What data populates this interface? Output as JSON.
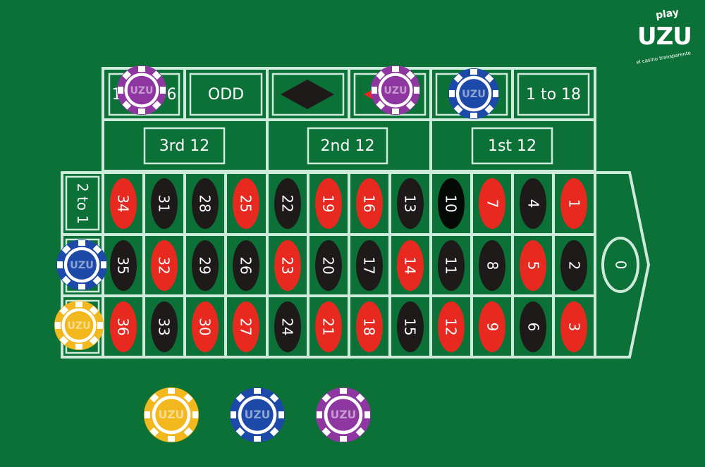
{
  "brand": {
    "play": "play",
    "name": "UZU",
    "tagline": "el casino transparente"
  },
  "outside_bets": {
    "row1": [
      {
        "label": "19 to 36",
        "name": "bet-19-to-36"
      },
      {
        "label": "ODD",
        "name": "bet-odd"
      },
      {
        "label": "",
        "name": "bet-black",
        "icon": "black-diamond"
      },
      {
        "label": "",
        "name": "bet-red",
        "icon": "red-diamond"
      },
      {
        "label": "",
        "name": "bet-even"
      },
      {
        "label": "1 to 18",
        "name": "bet-1-to-18"
      }
    ],
    "dozens": [
      {
        "label": "3rd 12"
      },
      {
        "label": "2nd 12"
      },
      {
        "label": "1st 12"
      }
    ],
    "column_bet_label": "2 to 1"
  },
  "grid": {
    "rows": [
      [
        "34",
        "31",
        "28",
        "25",
        "22",
        "19",
        "16",
        "13",
        "10",
        "7",
        "4",
        "1"
      ],
      [
        "35",
        "32",
        "29",
        "26",
        "23",
        "20",
        "17",
        "14",
        "11",
        "8",
        "5",
        "2"
      ],
      [
        "36",
        "33",
        "30",
        "27",
        "24",
        "21",
        "18",
        "15",
        "12",
        "9",
        "6",
        "3"
      ]
    ],
    "colors": [
      [
        "red",
        "black",
        "black",
        "red",
        "black",
        "red",
        "red",
        "black",
        "black",
        "red",
        "black",
        "red"
      ],
      [
        "black",
        "red",
        "black",
        "black",
        "red",
        "black",
        "black",
        "red",
        "black",
        "black",
        "red",
        "black"
      ],
      [
        "red",
        "black",
        "red",
        "red",
        "black",
        "red",
        "red",
        "black",
        "red",
        "red",
        "black",
        "red"
      ]
    ],
    "zero": "0"
  },
  "placed_chips": [
    {
      "color": "purple",
      "position": "19 to 36"
    },
    {
      "color": "purple",
      "position": "red"
    },
    {
      "color": "blue",
      "position": "even"
    },
    {
      "color": "blue",
      "position": "2 to 1 (middle row)"
    },
    {
      "color": "yellow",
      "position": "2 to 1 (bottom row)"
    }
  ],
  "chip_tray": [
    {
      "color": "yellow"
    },
    {
      "color": "blue"
    },
    {
      "color": "purple"
    }
  ],
  "colors": {
    "felt": "#0b7136",
    "lines": "#cdeadb",
    "red": "#e8291f",
    "black": "#1e1a1a",
    "chip_yellow": "#f3b81d",
    "chip_blue": "#1d49a8",
    "chip_purple": "#8f37a1"
  }
}
